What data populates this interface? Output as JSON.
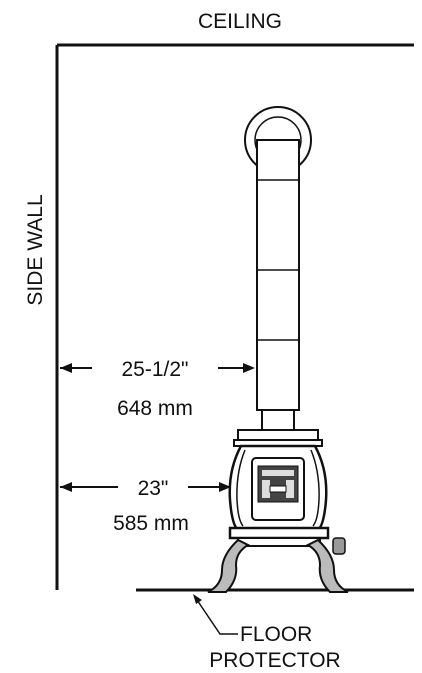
{
  "labels": {
    "ceiling": "CEILING",
    "side_wall": "SIDE WALL",
    "dim_pipe_in": "25-1/2\"",
    "dim_pipe_mm": "648 mm",
    "dim_stove_in": "23\"",
    "dim_stove_mm": "585 mm",
    "floor_line1": "FLOOR",
    "floor_line2": "PROTECTOR"
  },
  "colors": {
    "ink": "#111111",
    "background": "#ffffff"
  }
}
